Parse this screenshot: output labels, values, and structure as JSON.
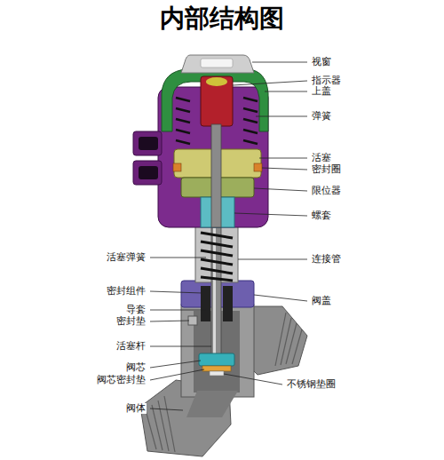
{
  "diagram": {
    "title": "内部结构图",
    "labels": [
      "视窗",
      "指示器",
      "上盖",
      "弹簧",
      "活塞",
      "密封圈",
      "限位器",
      "螺套",
      "活塞弹簧",
      "连接管",
      "密封组件",
      "阀盖",
      "导套",
      "密封垫",
      "活塞杆",
      "阀芯",
      "阀芯密封垫",
      "不锈钢垫圈",
      "阀体"
    ]
  }
}
